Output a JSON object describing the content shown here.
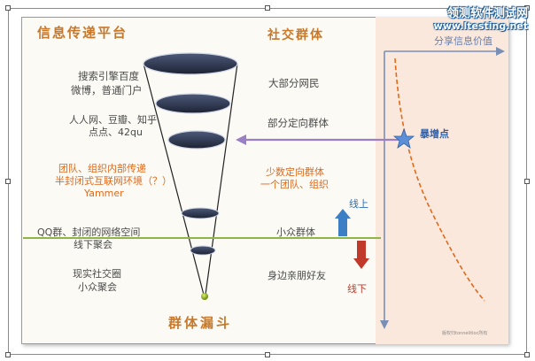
{
  "watermark": {
    "line1": "领测软件测试网",
    "line2": "www.ltesting.net"
  },
  "left_title": "信息传递平台",
  "mid_title": "社交群体",
  "funnel_label": "群体漏斗",
  "left_labels": [
    "搜索引擎百度",
    "微博，普通门户",
    "人人网、豆瓣、知乎",
    "点点、42qu",
    "团队、组织内部传递",
    "半封闭式互联网环境（？）",
    "Yammer",
    "QQ群、封闭的网络空间",
    "线下聚会",
    "现实社交圈",
    "小众聚会"
  ],
  "right_labels": [
    "大部分网民",
    "部分定向群体",
    "少数定向群体",
    "一个团队、组织",
    "小众群体",
    "身边亲朋好友"
  ],
  "online_label": "线上",
  "offline_label": "线下",
  "value_axis_label": "分享信息价值",
  "surge_label": "暴增点",
  "footer_note": "版权归tonnelitloc所有",
  "colors": {
    "accent": "#c8782a",
    "orange": "#e06a1c",
    "axis": "#7a8fb5",
    "arrow_up": "#3d7fc4",
    "arrow_down": "#c0392b"
  }
}
